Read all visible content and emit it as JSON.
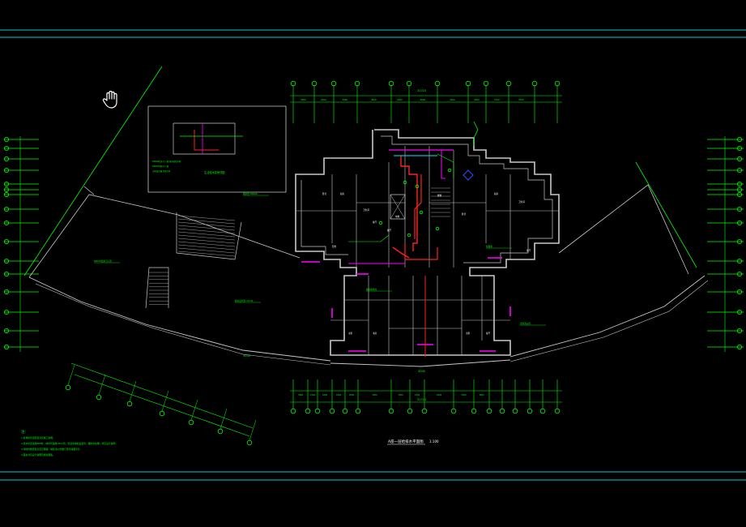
{
  "drawing": {
    "colors": {
      "background": "#000000",
      "frame": "#00c8d2",
      "dimension": "#00ff00",
      "wall": "#c8c8c8",
      "pipe_red": "#ff2020",
      "pipe_magenta": "#ff00ff",
      "pipe_cyan": "#00e5ff",
      "pipe_blue": "#3050ff",
      "text": "#00ff00",
      "text_white": "#ffffff"
    },
    "cursor_icon": "hand-pan-icon",
    "plan_title": "A座一层给排水平面图",
    "plan_scale": "1:100",
    "top_total_dim": "31710",
    "bottom_total_dim": "31710",
    "top_dims": [
      "3900",
      "3200",
      "3900",
      "4500",
      "2400",
      "3600",
      "3200",
      "4500",
      "2700",
      "3700"
    ],
    "bottom_dims": [
      "3900",
      "1500",
      "1600",
      "1600",
      "4500",
      "2400",
      "1500",
      "1500",
      "1600",
      "3300",
      "3600"
    ],
    "arc_label_left": "3000",
    "arc_label_right": "3000",
    "notes_title": "注:",
    "notes_lines": [
      "1.给排水管道安装详见施工说明。",
      "2.给水管道采用PPR管，排水管采用UPVC管，管道穿墙处设套管，做防水处理，详见设计说明。",
      "3.消防栓箱安装高度见图集，暗装消火栓箱门须与墙面平齐。",
      "4.其余详见设计说明及相关图集。"
    ],
    "detail_title": "生活给水泵房详图",
    "detail_lines": [
      "DN100给水引入管 接市政给水管",
      "DN150消防引入管",
      "水泵接合器 详见大样"
    ],
    "room_labels": [
      "卧室",
      "厨房",
      "卫生间",
      "客厅",
      "餐厅",
      "阳台",
      "电梯",
      "楼梯",
      "卧室",
      "厨房",
      "卫生间",
      "客厅",
      "主卧",
      "书房",
      "主卧",
      "客厅"
    ],
    "callouts": [
      "DN100给水引入管",
      "排水出户管 i=0.02",
      "室外消火栓",
      "化粪池",
      "雨水管 DN100",
      "排水检查井"
    ]
  }
}
